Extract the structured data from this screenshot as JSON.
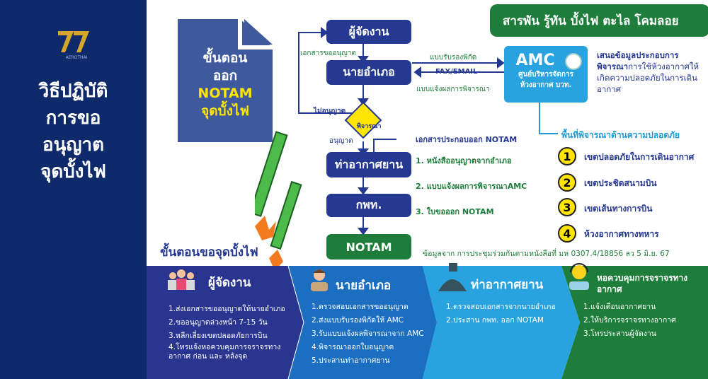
{
  "left_panel": {
    "logo_text": "77 AEROTHAI",
    "title_lines": [
      "วิธีปฏิบัติ",
      "การขอ",
      "อนุญาต",
      "จุดบั้งไฟ"
    ]
  },
  "doc_card": {
    "lines": [
      "ขั้นตอน",
      "ออก",
      "NOTAM",
      "จุดบั้งไฟ"
    ]
  },
  "banner": "สารพัน รู้ทัน บั้งไฟ ตะไล โคมลอย",
  "flow": {
    "organizer": "ผู้จัดงาน",
    "request_doc": "เอกสารขออนุญาต",
    "district": "นายอำเภอ",
    "consider": "พิจารณา",
    "not_allowed": "ไม่อนุญาต",
    "allowed": "อนุญาต",
    "airport": "ท่าอากาศยาน",
    "caat": "กพท.",
    "notam": "NOTAM",
    "coord_form": "แบบรับรองพิกัด",
    "fax_email": "FAX/EMAIL",
    "result_form": "แบบแจ้งผลการพิจารณา",
    "docs_title": "เอกสารประกอบออก NOTAM",
    "docs": [
      "1. หนังสืออนุญาตจากอำเภอ",
      "2. แบบแจ้งผลการพิจารณาAMC",
      "3. ใบขอออก NOTAM"
    ]
  },
  "amc": {
    "title": "AMC",
    "line1": "ศูนย์บริหารจัดการ",
    "line2": "ห้วงอากาศ บวท.",
    "desc_bold": "เสนอข้อมูลประกอบการ",
    "desc_bold2": "พิจารณา",
    "desc_rest": "การใช้ห้วงอากาศให้เกิดความปลอดภัยในการเดินอากาศ"
  },
  "safety": {
    "title": "พื้นที่พิจารณาด้านความปลอดภัย",
    "zones": [
      {
        "num": "1",
        "label": "เขตปลอดภัยในการเดินอากาศ"
      },
      {
        "num": "2",
        "label": "เขตประชิดสนามบิน"
      },
      {
        "num": "3",
        "label": "เขตเส้นทางการบิน"
      },
      {
        "num": "4",
        "label": "ห้วงอากาศทางทหาร"
      }
    ]
  },
  "source": "ข้อมูลจาก การประชุมร่วมกันตามหนังสือที่ มห 0307.4/18856 ลว 5 มิ.ย. 67",
  "steps_title": "ขั้นตอนขอจุดบั้งไฟ",
  "sections": [
    {
      "title": "ผู้จัดงาน",
      "items": [
        "1.ส่งเอกสารขออนุญาตให้นายอำเภอ",
        "2.ขออนุญาตล่วงหน้า 7-15 วัน",
        "3.หลีกเลี่ยงเขตปลอดภัยการบิน",
        "4.โทรแจ้งหอควบคุมการจราจรทางอากาศ ก่อน และ หลังจุด"
      ]
    },
    {
      "title": "นายอำเภอ",
      "items": [
        "1.ตรวจสอบเอกสารขออนุญาต",
        "2.ส่งแบบรับรองพิกัดให้ AMC",
        "3.รับแบบแจ้งผลพิจารณาจาก AMC",
        "4.พิจารณาออกใบอนุญาต",
        "5.ประสานท่าอากาศยาน"
      ]
    },
    {
      "title": "ท่าอากาศยาน",
      "items": [
        "1.ตรวจสอบเอกสารจากนายอำเภอ",
        "2.ประสาน กพท. ออก NOTAM"
      ]
    },
    {
      "title": "หอควบคุมการจราจรทางอากาศ",
      "items": [
        "1.แจ้งเตือนอากาศยาน",
        "2.ให้บริการจราจรทางอากาศ",
        "3.โทรประสานผู้จัดงาน"
      ]
    }
  ],
  "colors": {
    "navy": "#0f2a6b",
    "flow": "#253892",
    "green": "#1e7d3a",
    "sky": "#29a3e0",
    "yellow": "#ffe500"
  }
}
